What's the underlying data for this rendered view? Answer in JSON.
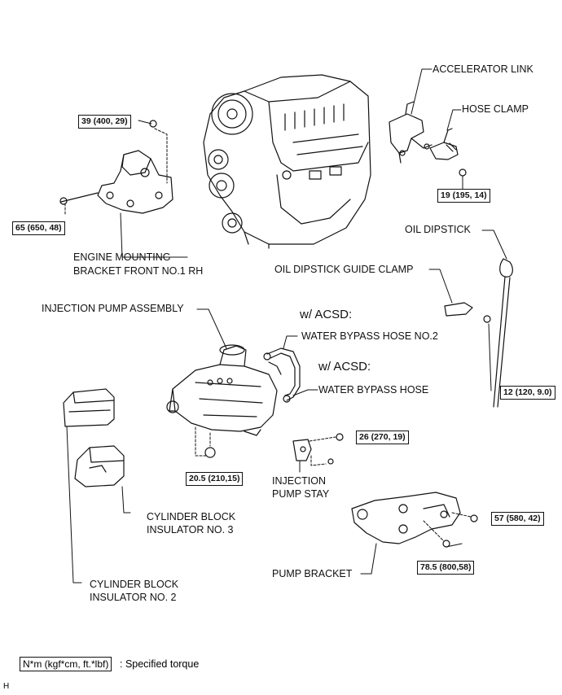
{
  "labels": {
    "accelerator_link": "ACCELERATOR LINK",
    "hose_clamp": "HOSE CLAMP",
    "oil_dipstick": "OIL DIPSTICK",
    "oil_dipstick_guide_clamp": "OIL DIPSTICK GUIDE CLAMP",
    "engine_mount_line1": "ENGINE MOUNTING",
    "engine_mount_line2": "BRACKET FRONT NO.1 RH",
    "injection_pump_assembly": "INJECTION PUMP ASSEMBLY",
    "water_bypass_hose_no2": "WATER BYPASS HOSE NO.2",
    "water_bypass_hose": "WATER BYPASS HOSE",
    "injection_pump_stay_line1": "INJECTION",
    "injection_pump_stay_line2": "PUMP STAY",
    "cyl_insulator3_line1": "CYLINDER BLOCK",
    "cyl_insulator3_line2": "INSULATOR NO. 3",
    "cyl_insulator2_line1": "CYLINDER BLOCK",
    "cyl_insulator2_line2": "INSULATOR NO. 2",
    "pump_bracket": "PUMP BRACKET"
  },
  "acsd": {
    "first": "w/ ACSD:",
    "second": "w/ ACSD:"
  },
  "torques": {
    "t39": "39 (400, 29)",
    "t65": "65 (650, 48)",
    "t19": "19 (195, 14)",
    "t12": "12 (120, 9.0)",
    "t26": "26 (270, 19)",
    "t20": "20.5 (210,15)",
    "t57": "57 (580, 42)",
    "t78": "78.5 (800,58)"
  },
  "legend": {
    "unit_box": "N*m (kgf*cm, ft.*lbf)",
    "text": ": Specified torque"
  },
  "corner_mark": "H"
}
